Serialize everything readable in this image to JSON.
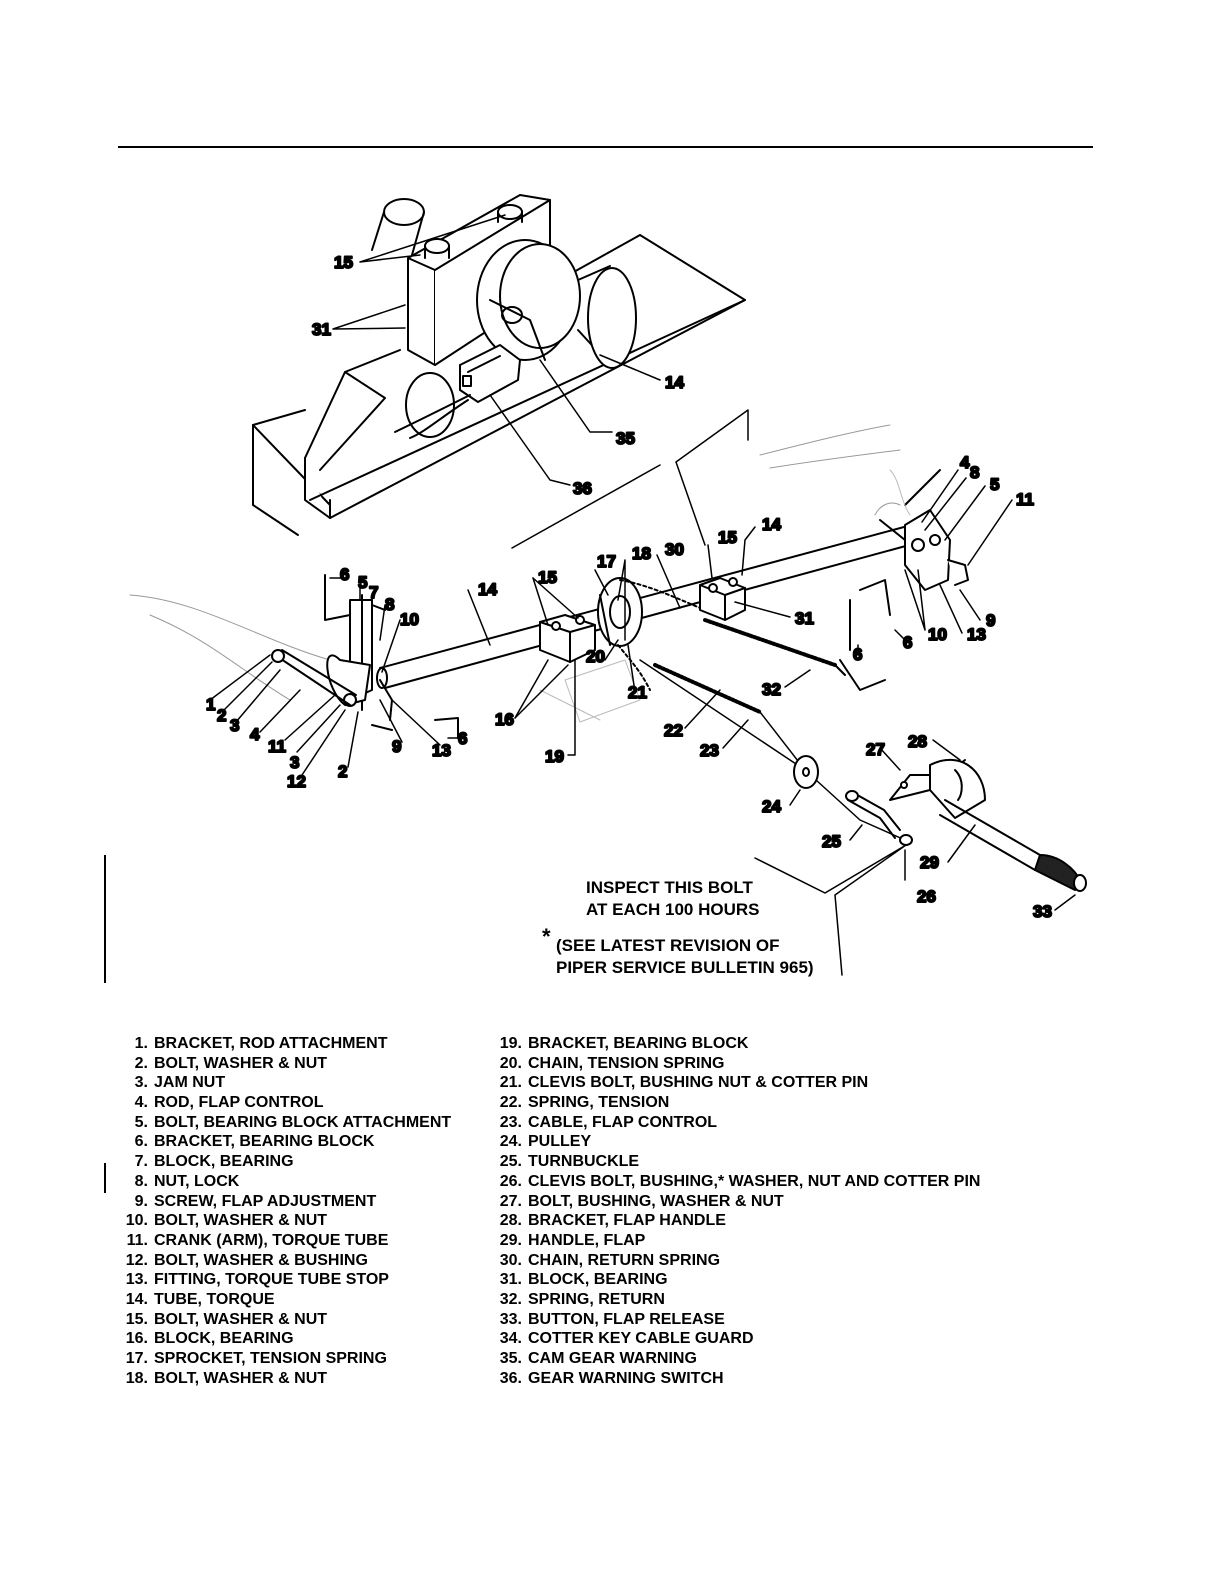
{
  "callouts": {
    "inset": {
      "c15": "15",
      "c31": "31",
      "c14": "14",
      "c35": "35",
      "c36": "36"
    },
    "left": {
      "c6a": "6",
      "c5": "5",
      "c7": "7",
      "c8": "8",
      "c10": "10",
      "c1": "1",
      "c2a": "2",
      "c3a": "3",
      "c4": "4",
      "c11": "11",
      "c3b": "3",
      "c12": "12",
      "c2b": "2",
      "c9": "9",
      "c13": "13",
      "c6b": "6"
    },
    "center": {
      "c14": "14",
      "c15a": "15",
      "c16": "16",
      "c19": "19",
      "c17": "17",
      "c18": "18",
      "c30": "30",
      "c15b": "15",
      "c20": "20",
      "c21": "21",
      "c22": "22",
      "c23": "23",
      "c31": "31",
      "c32": "32"
    },
    "right": {
      "c14": "14",
      "c4": "4",
      "c8": "8",
      "c5": "5",
      "c11": "11",
      "c9": "9",
      "c13": "13",
      "c10": "10",
      "c6a": "6",
      "c6b": "6"
    },
    "handle": {
      "c24": "24",
      "c25": "25",
      "c26": "26",
      "c27": "27",
      "c28": "28",
      "c29": "29",
      "c33": "33"
    }
  },
  "notes": {
    "inspect_line1": "INSPECT THIS BOLT",
    "inspect_line2": "AT EACH 100 HOURS",
    "asterisk": "*",
    "revision_line1": "(SEE LATEST REVISION OF",
    "revision_line2": "PIPER SERVICE BULLETIN 965)"
  },
  "legend": {
    "left": [
      {
        "num": "1.",
        "text": "BRACKET, ROD ATTACHMENT"
      },
      {
        "num": "2.",
        "text": "BOLT, WASHER & NUT"
      },
      {
        "num": "3.",
        "text": "JAM NUT"
      },
      {
        "num": "4.",
        "text": "ROD, FLAP CONTROL"
      },
      {
        "num": "5.",
        "text": "BOLT, BEARING BLOCK ATTACHMENT"
      },
      {
        "num": "6.",
        "text": "BRACKET, BEARING BLOCK"
      },
      {
        "num": "7.",
        "text": "BLOCK, BEARING"
      },
      {
        "num": "8.",
        "text": "NUT, LOCK"
      },
      {
        "num": "9.",
        "text": "SCREW, FLAP ADJUSTMENT"
      },
      {
        "num": "10.",
        "text": "BOLT, WASHER & NUT"
      },
      {
        "num": "11.",
        "text": "CRANK (ARM), TORQUE TUBE"
      },
      {
        "num": "12.",
        "text": "BOLT, WASHER & BUSHING"
      },
      {
        "num": "13.",
        "text": "FITTING, TORQUE TUBE STOP"
      },
      {
        "num": "14.",
        "text": "TUBE, TORQUE"
      },
      {
        "num": "15.",
        "text": "BOLT, WASHER & NUT"
      },
      {
        "num": "16.",
        "text": "BLOCK, BEARING"
      },
      {
        "num": "17.",
        "text": "SPROCKET, TENSION SPRING"
      },
      {
        "num": "18.",
        "text": "BOLT, WASHER & NUT"
      }
    ],
    "right": [
      {
        "num": "19.",
        "text": "BRACKET, BEARING BLOCK"
      },
      {
        "num": "20.",
        "text": "CHAIN, TENSION SPRING"
      },
      {
        "num": "21.",
        "text": "CLEVIS BOLT, BUSHING NUT & COTTER PIN"
      },
      {
        "num": "22.",
        "text": "SPRING, TENSION"
      },
      {
        "num": "23.",
        "text": "CABLE, FLAP CONTROL"
      },
      {
        "num": "24.",
        "text": "PULLEY"
      },
      {
        "num": "25.",
        "text": "TURNBUCKLE"
      },
      {
        "num": "26.",
        "text": "CLEVIS BOLT, BUSHING,* WASHER, NUT AND COTTER PIN"
      },
      {
        "num": "27.",
        "text": "BOLT, BUSHING, WASHER & NUT"
      },
      {
        "num": "28.",
        "text": "BRACKET, FLAP HANDLE"
      },
      {
        "num": "29.",
        "text": "HANDLE, FLAP"
      },
      {
        "num": "30.",
        "text": "CHAIN, RETURN SPRING"
      },
      {
        "num": "31.",
        "text": "BLOCK, BEARING"
      },
      {
        "num": "32.",
        "text": "SPRING, RETURN"
      },
      {
        "num": "33.",
        "text": "BUTTON, FLAP RELEASE"
      },
      {
        "num": "34.",
        "text": "COTTER KEY CABLE GUARD"
      },
      {
        "num": "35.",
        "text": "CAM GEAR WARNING"
      },
      {
        "num": "36.",
        "text": "GEAR WARNING SWITCH"
      }
    ]
  }
}
